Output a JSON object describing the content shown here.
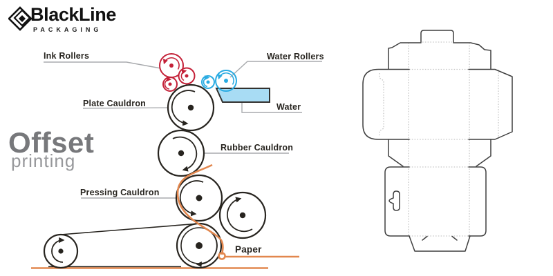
{
  "logo": {
    "brand": "BlackLine",
    "tagline": "PACKAGING"
  },
  "headline": {
    "title": "Offset",
    "subtitle": "printing"
  },
  "press_diagram": {
    "labels": {
      "ink_rollers": "Ink Rollers",
      "water_rollers": "Water Rollers",
      "plate_cauldron": "Plate Cauldron",
      "water": "Water",
      "rubber_cauldron": "Rubber Cauldron",
      "pressing_cauldron": "Pressing Cauldron",
      "paper": "Paper"
    }
  },
  "colors": {
    "ink_red": "#C42138",
    "water_blue": "#29ABE2",
    "water_fill": "#A8DCF4",
    "paper_orange": "#E2874E",
    "line_dark": "#27241F",
    "leader_gray": "#A8AAAD",
    "headline_gray": "#77787B",
    "subtitle_gray": "#97989B",
    "dieline_stroke": "#3F3F3F",
    "dieline_fold": "#C6C6C6"
  }
}
